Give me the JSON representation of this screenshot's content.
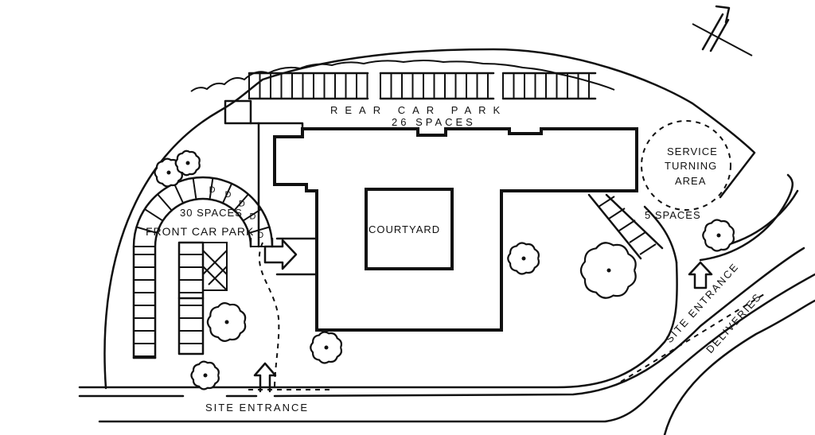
{
  "labels": {
    "rear_car_park": "REAR CAR PARK",
    "rear_spaces": "26 SPACES",
    "service_turning": "SERVICE",
    "service_turning_2": "TURNING",
    "service_turning_3": "AREA",
    "five_spaces": "5 SPACES",
    "front_spaces": "30 SPACES",
    "front_car_park": "FRONT CAR PARK",
    "courtyard": "COURTYARD",
    "site_entrance_south": "SITE ENTRANCE",
    "site_entrance_east": "SITE ENTRANCE",
    "deliveries": "DELIVERIES",
    "disabled_bay": "D"
  },
  "counts": {
    "rear_spaces": 26,
    "front_spaces": 30,
    "service_spaces": 5,
    "disabled_bays": 5
  }
}
